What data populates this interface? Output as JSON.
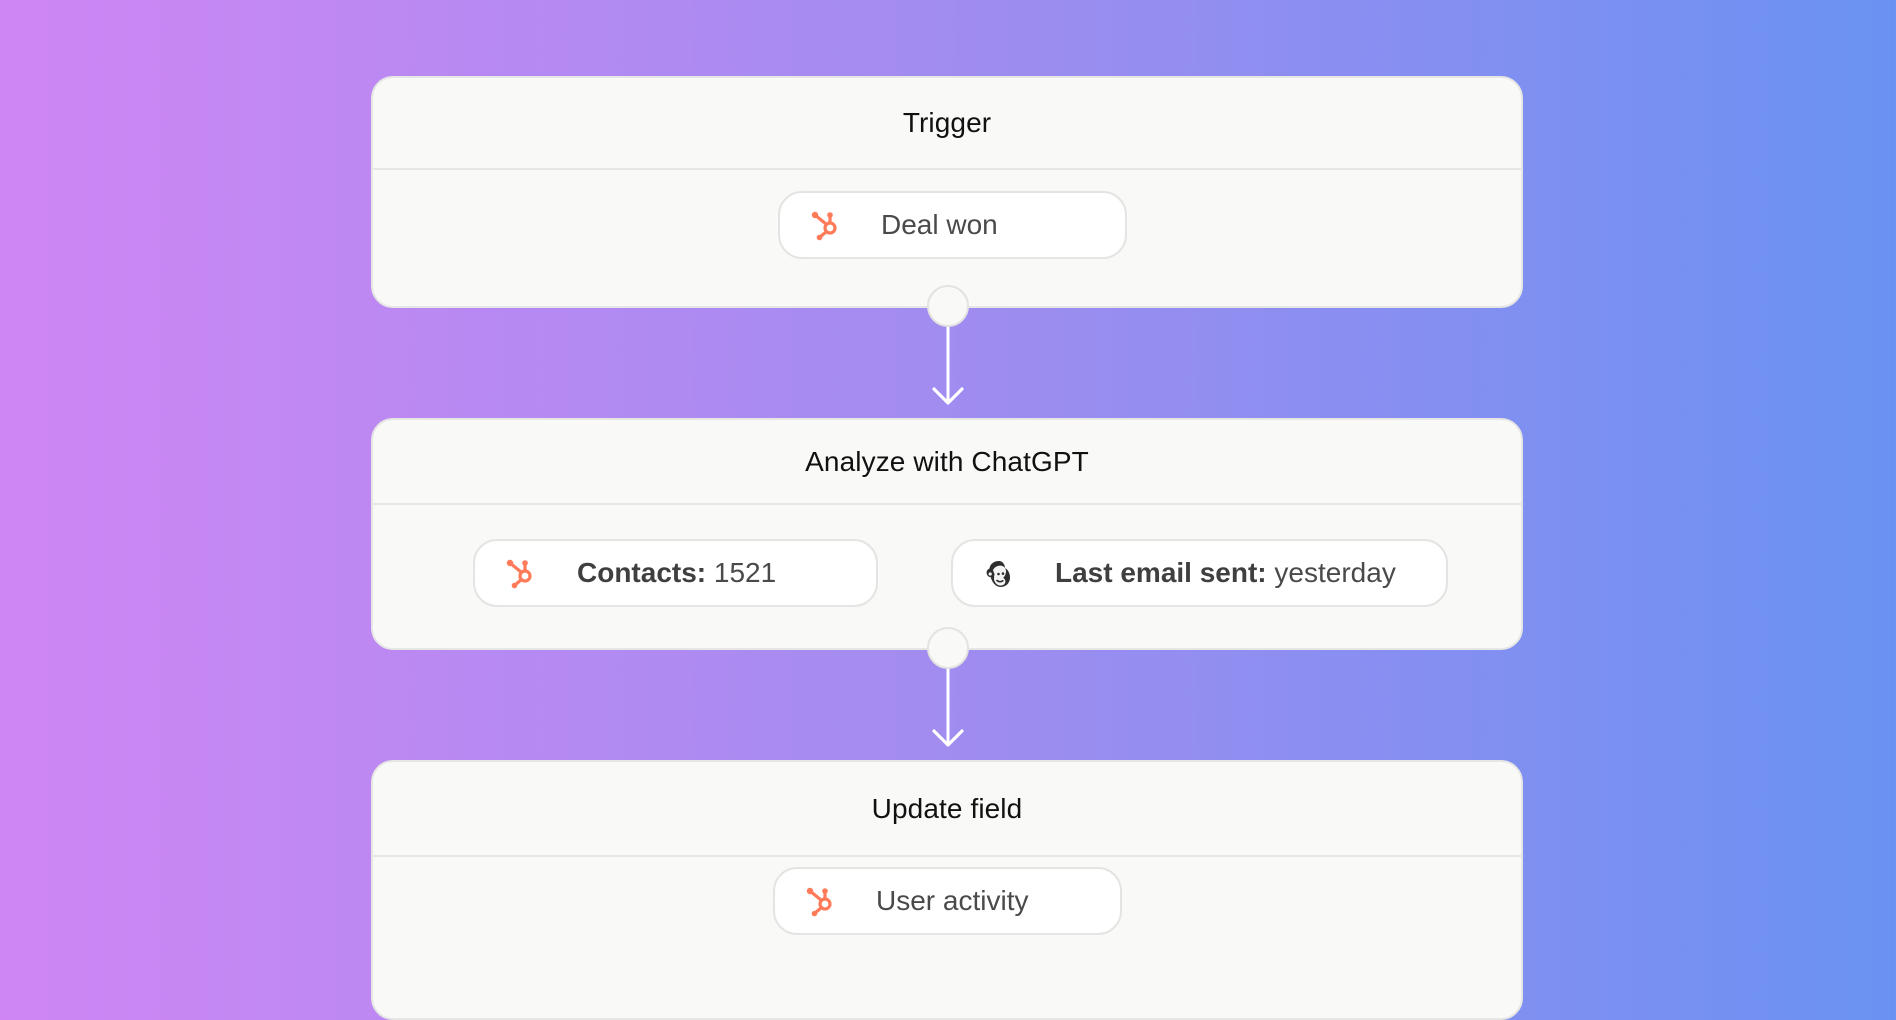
{
  "background": {
    "gradient_start": "#cf86f4",
    "gradient_mid": "#a18cf0",
    "gradient_end": "#6a92f2"
  },
  "colors": {
    "hubspot": "#ff7a59",
    "mailchimp": "#333333",
    "card_bg": "#f9f9f8",
    "border": "#e6e6e4"
  },
  "steps": [
    {
      "title": "Trigger",
      "items": [
        {
          "icon": "hubspot-icon",
          "label": "Deal won",
          "value": ""
        }
      ]
    },
    {
      "title": "Analyze with ChatGPT",
      "items": [
        {
          "icon": "hubspot-icon",
          "label": "Contacts:",
          "value": "1521"
        },
        {
          "icon": "mailchimp-icon",
          "label": "Last email sent:",
          "value": "yesterday"
        }
      ]
    },
    {
      "title": "Update field",
      "items": [
        {
          "icon": "hubspot-icon",
          "label": "User activity",
          "value": ""
        }
      ]
    }
  ]
}
